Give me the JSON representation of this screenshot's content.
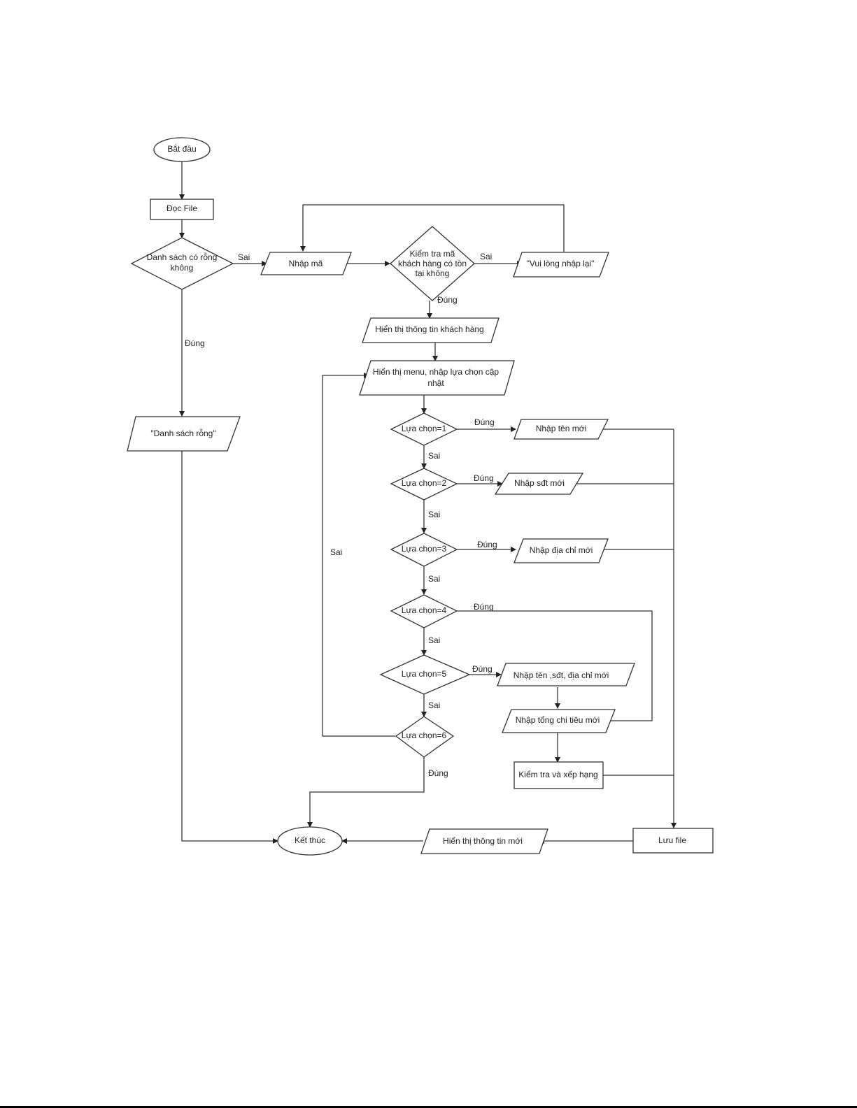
{
  "diagram": {
    "type": "flowchart",
    "nodes": {
      "start": {
        "kind": "terminal",
        "text": [
          "Bắt đầu"
        ]
      },
      "read_file": {
        "kind": "process",
        "text": [
          "Đọc File"
        ]
      },
      "is_empty": {
        "kind": "decision",
        "text": [
          "Danh sách có rỗng",
          "không"
        ]
      },
      "empty_msg": {
        "kind": "io",
        "text": [
          "\"Danh sách rỗng\""
        ]
      },
      "input_code": {
        "kind": "io",
        "text": [
          "Nhập mã"
        ]
      },
      "check_code": {
        "kind": "decision",
        "text": [
          "Kiểm tra mã",
          "khách hàng có tồn",
          "tại không"
        ]
      },
      "reenter_msg": {
        "kind": "io",
        "text": [
          "\"Vui lòng nhập lại\""
        ]
      },
      "show_customer": {
        "kind": "io",
        "text": [
          "Hiển thị thông tin khách hàng"
        ]
      },
      "show_menu": {
        "kind": "io",
        "text": [
          "Hiển thị menu, nhập lựa chọn cập",
          "nhật"
        ]
      },
      "choice1": {
        "kind": "decision",
        "text": [
          "Lựa chọn=1"
        ]
      },
      "choice2": {
        "kind": "decision",
        "text": [
          "Lựa chọn=2"
        ]
      },
      "choice3": {
        "kind": "decision",
        "text": [
          "Lựa chọn=3"
        ]
      },
      "choice4": {
        "kind": "decision",
        "text": [
          "Lựa chọn=4"
        ]
      },
      "choice5": {
        "kind": "decision",
        "text": [
          "Lựa chọn=5"
        ]
      },
      "choice6": {
        "kind": "decision",
        "text": [
          "Lựa chọn=6"
        ]
      },
      "new_name": {
        "kind": "io",
        "text": [
          "Nhập tên mới"
        ]
      },
      "new_phone": {
        "kind": "io",
        "text": [
          "Nhập sđt mới"
        ]
      },
      "new_address": {
        "kind": "io",
        "text": [
          "Nhập địa chỉ mới"
        ]
      },
      "new_all": {
        "kind": "io",
        "text": [
          "Nhập tên ,sđt, địa chỉ mới"
        ]
      },
      "new_spending": {
        "kind": "io",
        "text": [
          "Nhập tổng chi tiêu mới"
        ]
      },
      "rank": {
        "kind": "process",
        "text": [
          "Kiểm tra và xếp hạng"
        ]
      },
      "save_file": {
        "kind": "process",
        "text": [
          "Lưu  file"
        ]
      },
      "show_new": {
        "kind": "io",
        "text": [
          "Hiển thị thông tin mới"
        ]
      },
      "end": {
        "kind": "terminal",
        "text": [
          "Kết thúc"
        ]
      }
    },
    "edge_labels": {
      "empty_false": "Sai",
      "empty_true": "Đúng",
      "check_false": "Sai",
      "check_true": "Đúng",
      "c1_true": "Đúng",
      "c1_false": "Sai",
      "c2_true": "Đúng",
      "c2_false": "Sai",
      "c3_true": "Đúng",
      "c3_false": "Sai",
      "c4_true": "Đúng",
      "c4_false": "Sai",
      "c5_true": "Đúng",
      "c5_false": "Sai",
      "c6_false": "Sai",
      "c6_true": "Đúng"
    },
    "edges": [
      [
        "start",
        "read_file",
        ""
      ],
      [
        "read_file",
        "is_empty",
        ""
      ],
      [
        "is_empty",
        "input_code",
        "Sai"
      ],
      [
        "is_empty",
        "empty_msg",
        "Đúng"
      ],
      [
        "empty_msg",
        "end",
        ""
      ],
      [
        "input_code",
        "check_code",
        ""
      ],
      [
        "check_code",
        "reenter_msg",
        "Sai"
      ],
      [
        "reenter_msg",
        "input_code",
        ""
      ],
      [
        "check_code",
        "show_customer",
        "Đúng"
      ],
      [
        "show_customer",
        "show_menu",
        ""
      ],
      [
        "show_menu",
        "choice1",
        ""
      ],
      [
        "choice1",
        "new_name",
        "Đúng"
      ],
      [
        "choice1",
        "choice2",
        "Sai"
      ],
      [
        "choice2",
        "new_phone",
        "Đúng"
      ],
      [
        "choice2",
        "choice3",
        "Sai"
      ],
      [
        "choice3",
        "new_address",
        "Đúng"
      ],
      [
        "choice3",
        "choice4",
        "Sai"
      ],
      [
        "choice4",
        "new_spending",
        "Đúng"
      ],
      [
        "choice4",
        "choice5",
        "Sai"
      ],
      [
        "choice5",
        "new_all",
        "Đúng"
      ],
      [
        "choice5",
        "choice6",
        "Sai"
      ],
      [
        "choice6",
        "show_menu",
        "Sai"
      ],
      [
        "choice6",
        "end",
        "Đúng"
      ],
      [
        "new_all",
        "new_spending",
        ""
      ],
      [
        "new_spending",
        "rank",
        ""
      ],
      [
        "new_name",
        "save_file",
        ""
      ],
      [
        "new_phone",
        "save_file",
        ""
      ],
      [
        "new_address",
        "save_file",
        ""
      ],
      [
        "rank",
        "save_file",
        ""
      ],
      [
        "save_file",
        "show_new",
        ""
      ],
      [
        "show_new",
        "end",
        ""
      ]
    ]
  }
}
